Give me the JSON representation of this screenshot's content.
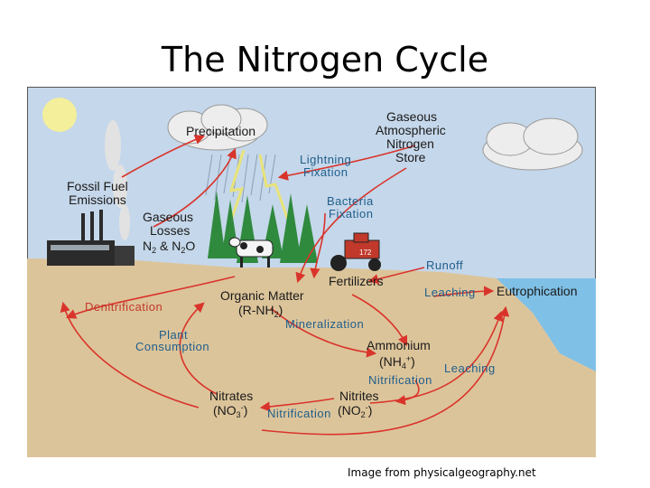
{
  "title": "The Nitrogen Cycle",
  "credit": "Image from physicalgeography.net",
  "labels": {
    "precipitation": "Precipitation",
    "gaseous_store_1": "Gaseous",
    "gaseous_store_2": "Atmospheric",
    "gaseous_store_3": "Nitrogen",
    "gaseous_store_4": "Store",
    "fossil_1": "Fossil Fuel",
    "fossil_2": "Emissions",
    "lightning_1": "Lightning",
    "lightning_2": "Fixation",
    "bacteria_1": "Bacteria",
    "bacteria_2": "Fixation",
    "gaseous_losses_1": "Gaseous",
    "gaseous_losses_2": "Losses",
    "gaseous_losses_n2": "N",
    "gaseous_losses_amp": " & N",
    "gaseous_losses_o": "O",
    "runoff": "Runoff",
    "fertilizers": "Fertilizers",
    "leaching_1": "Leaching",
    "eutrophication": "Eutrophication",
    "denitrification": "Denitrification",
    "organic_matter": "Organic Matter",
    "organic_formula": "(R-NH",
    "organic_formula_end": ")",
    "mineralization": "Mineralization",
    "plant_1": "Plant",
    "plant_2": "Consumption",
    "ammonium": "Ammonium",
    "ammonium_formula": "(NH",
    "ammonium_formula_end": ")",
    "leaching_2": "Leaching",
    "nitrification_1": "Nitrification",
    "nitrates": "Nitrates",
    "nitrates_formula": "(NO",
    "nitrates_formula_end": ")",
    "nitrification_2": "Nitrification",
    "nitrites": "Nitrites",
    "nitrites_formula": "(NO",
    "nitrites_formula_end": ")",
    "sub_2": "2",
    "sub_3": "3",
    "sub_4": "4",
    "sup_plus": "+",
    "sup_minus": "-",
    "tractor_plate": "172"
  },
  "colors": {
    "sky": "#c5d7ea",
    "soil": "#dcc49a",
    "water": "#7fc0e6",
    "arrow": "#d9342b",
    "sun": "#f4ef9a",
    "tree": "#2f8a3e"
  }
}
